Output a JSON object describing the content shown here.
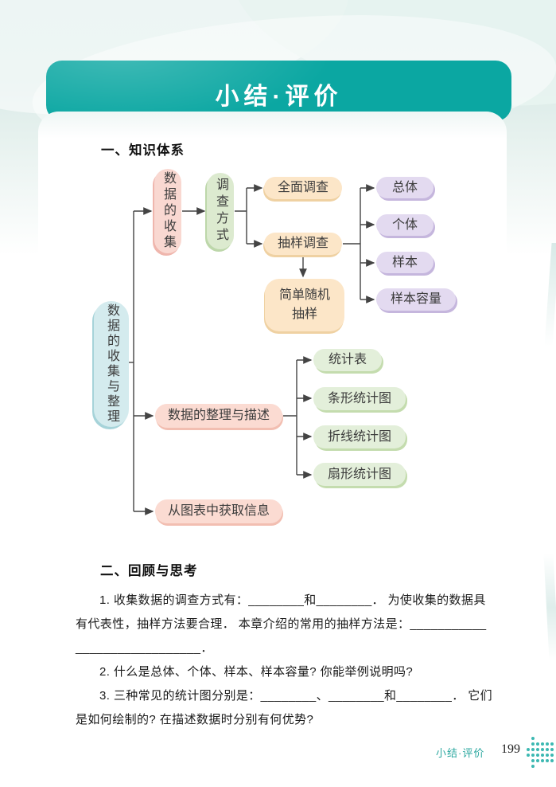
{
  "page": {
    "banner_title": "小结·评价",
    "section1_title": "一、知识体系",
    "section2_title": "二、回顾与思考"
  },
  "diagram": {
    "nodes": {
      "root": {
        "label": "数据的收集与整理"
      },
      "collect": {
        "label": "数据的收集"
      },
      "method": {
        "label": "调查方式"
      },
      "census": {
        "label": "全面调查"
      },
      "sampling": {
        "label": "抽样调查"
      },
      "srs": {
        "label": "简单随机抽样"
      },
      "population": {
        "label": "总体"
      },
      "individual": {
        "label": "个体"
      },
      "sample": {
        "label": "样本"
      },
      "sample_size": {
        "label": "样本容量"
      },
      "organize": {
        "label": "数据的整理与描述"
      },
      "chart_info": {
        "label": "从图表中获取信息"
      },
      "stat_table": {
        "label": "统计表"
      },
      "bar_chart": {
        "label": "条形统计图"
      },
      "line_chart": {
        "label": "折线统计图"
      },
      "pie_chart": {
        "label": "扇形统计图"
      }
    }
  },
  "review": {
    "lines": [
      "1. 收集数据的调查方式有：________和________． 为使收集的数据具",
      "有代表性，抽样方法要合理． 本章介绍的常用的抽样方法是：___________",
      "__________________．",
      "2. 什么是总体、个体、样本、样本容量? 你能举例说明吗?",
      "3. 三种常见的统计图分别是：________、________和________． 它们",
      "是如何绘制的? 在描述数据时分别有何优势?"
    ]
  },
  "footer": {
    "label": "小结·评价",
    "page_number": "199"
  },
  "colors": {
    "banner_teal": "#0ba7a2",
    "background_teal": "#d7e9e6",
    "footer_teal": "#2aa79f",
    "node_cyan": "#d4ebee",
    "node_pink": "#f9d8d1",
    "node_green": "#dceacf",
    "node_peach": "#fce6c8",
    "node_purple": "#e3daf0",
    "node_pink_wide": "#fbdbd2",
    "node_green_wide": "#e3efda",
    "connector": "#444444"
  }
}
